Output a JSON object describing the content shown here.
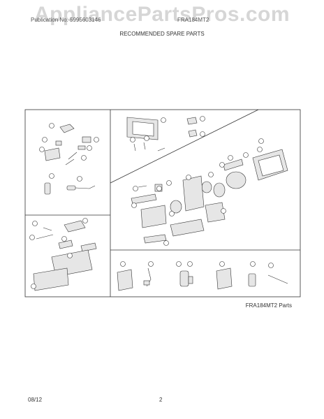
{
  "watermark": "AppliancePartsPros.com",
  "header": {
    "left": "Publication No. 5995603146",
    "right": "FRA184MT2",
    "title": "RECOMMENDED SPARE PARTS"
  },
  "caption": "FRA184MT2 Parts",
  "footer": {
    "date": "08/12",
    "page": "2"
  },
  "colors": {
    "line": "#333333",
    "part_fill": "#e6e6e6",
    "callout_fill": "#ffffff",
    "watermark": "#d6d6d6"
  }
}
